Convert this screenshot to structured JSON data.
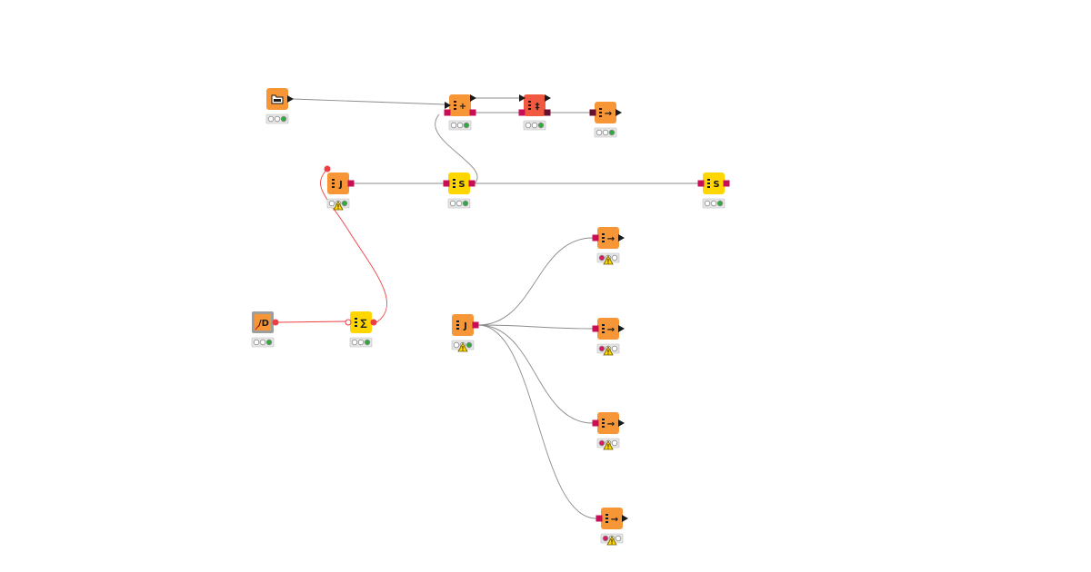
{
  "app": {
    "type": "knime-workflow-canvas"
  },
  "colors": {
    "source": "#f79637",
    "manipulator": "#f79637",
    "learner": "#ffd600",
    "visualizer": "#f15a40",
    "other": "#9e9e9e",
    "table_port": "#c80e56",
    "flow_var_port": "#ef3e42",
    "data_link": "#8c8c8c",
    "flow_link": "#ef3e42",
    "light_off": "#ffffff",
    "light_ready": "#2fab3c",
    "light_error": "#d81b60",
    "warning": "#ffd600"
  },
  "nodes": [
    {
      "id": "reader",
      "kind": "source",
      "icon": "folder-icon",
      "glyph": "",
      "status": [
        "off",
        "off",
        "green"
      ],
      "warning": false
    },
    {
      "id": "column-appender",
      "kind": "manipulator",
      "icon": "table-plus-icon",
      "glyph": "+",
      "status": [
        "off",
        "off",
        "green"
      ],
      "warning": false
    },
    {
      "id": "row-filter",
      "kind": "visualizer",
      "icon": "table-filter-icon",
      "glyph": "‡",
      "status": [
        "off",
        "off",
        "green"
      ],
      "warning": false
    },
    {
      "id": "table-to-var-top",
      "kind": "manipulator",
      "icon": "table-arrow-icon",
      "glyph": "→",
      "status": [
        "off",
        "off",
        "green"
      ],
      "warning": false
    },
    {
      "id": "joiner-left",
      "kind": "manipulator",
      "icon": "table-join-icon",
      "glyph": "J",
      "status": [
        "off",
        "warn",
        "green"
      ],
      "warning": true
    },
    {
      "id": "sorter-mid",
      "kind": "learner",
      "icon": "table-sort-icon",
      "glyph": "S",
      "status": [
        "off",
        "off",
        "green"
      ],
      "warning": false
    },
    {
      "id": "sorter-right",
      "kind": "learner",
      "icon": "table-sort-icon",
      "glyph": "S",
      "status": [
        "off",
        "off",
        "green"
      ],
      "warning": false
    },
    {
      "id": "db-connector",
      "kind": "other",
      "icon": "database-icon",
      "glyph": "/D",
      "status": [
        "off",
        "off",
        "green"
      ],
      "warning": false
    },
    {
      "id": "loop-start",
      "kind": "learner",
      "icon": "loop-icon",
      "glyph": "∑",
      "status": [
        "off",
        "off",
        "green"
      ],
      "warning": false
    },
    {
      "id": "joiner-center",
      "kind": "manipulator",
      "icon": "table-join-icon",
      "glyph": "J",
      "status": [
        "off",
        "warn",
        "green"
      ],
      "warning": true
    },
    {
      "id": "output-1",
      "kind": "manipulator",
      "icon": "table-arrow-icon",
      "glyph": "→",
      "status": [
        "red",
        "warn",
        "off"
      ],
      "warning": true
    },
    {
      "id": "output-2",
      "kind": "manipulator",
      "icon": "table-arrow-icon",
      "glyph": "→",
      "status": [
        "red",
        "warn",
        "off"
      ],
      "warning": true
    },
    {
      "id": "output-3",
      "kind": "manipulator",
      "icon": "table-arrow-icon",
      "glyph": "→",
      "status": [
        "red",
        "warn",
        "off"
      ],
      "warning": true
    },
    {
      "id": "output-4",
      "kind": "manipulator",
      "icon": "table-arrow-icon",
      "glyph": "→",
      "status": [
        "red",
        "warn",
        "off"
      ],
      "warning": true
    }
  ],
  "connections": [
    {
      "from": "reader",
      "to": "column-appender",
      "type": "data"
    },
    {
      "from": "column-appender",
      "to": "row-filter",
      "type": "data"
    },
    {
      "from": "column-appender",
      "to": "row-filter",
      "type": "table"
    },
    {
      "from": "row-filter",
      "to": "table-to-var-top",
      "type": "table"
    },
    {
      "from": "joiner-left",
      "to": "sorter-mid",
      "type": "table"
    },
    {
      "from": "sorter-mid",
      "to": "sorter-right",
      "type": "table"
    },
    {
      "from": "sorter-mid",
      "to": "column-appender",
      "type": "table"
    },
    {
      "from": "db-connector",
      "to": "loop-start",
      "type": "flow"
    },
    {
      "from": "loop-start",
      "to": "joiner-left",
      "type": "flow"
    },
    {
      "from": "joiner-center",
      "to": "output-1",
      "type": "table"
    },
    {
      "from": "joiner-center",
      "to": "output-2",
      "type": "table"
    },
    {
      "from": "joiner-center",
      "to": "output-3",
      "type": "table"
    },
    {
      "from": "joiner-center",
      "to": "output-4",
      "type": "table"
    }
  ]
}
